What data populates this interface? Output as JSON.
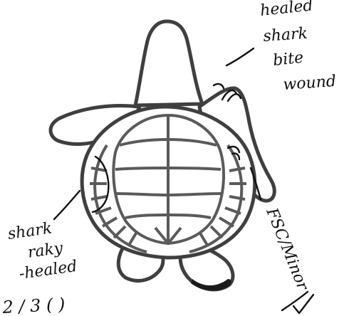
{
  "annotations": {
    "top_right": {
      "line1": "healed",
      "line2": "shark",
      "line3": "bite",
      "line4": "wound"
    },
    "lower_left": {
      "line1": "shark",
      "line2": "raky",
      "line3": "-healed"
    },
    "right_side": {
      "text": "FSC/Minor"
    },
    "bottom_left_fragment": {
      "text": "2 / 3 ( )"
    }
  },
  "colors": {
    "outline": "#3f3f3f",
    "scute": "#5a5a5a",
    "pen": "#111111",
    "wound_mark": "#1a1a1a"
  }
}
